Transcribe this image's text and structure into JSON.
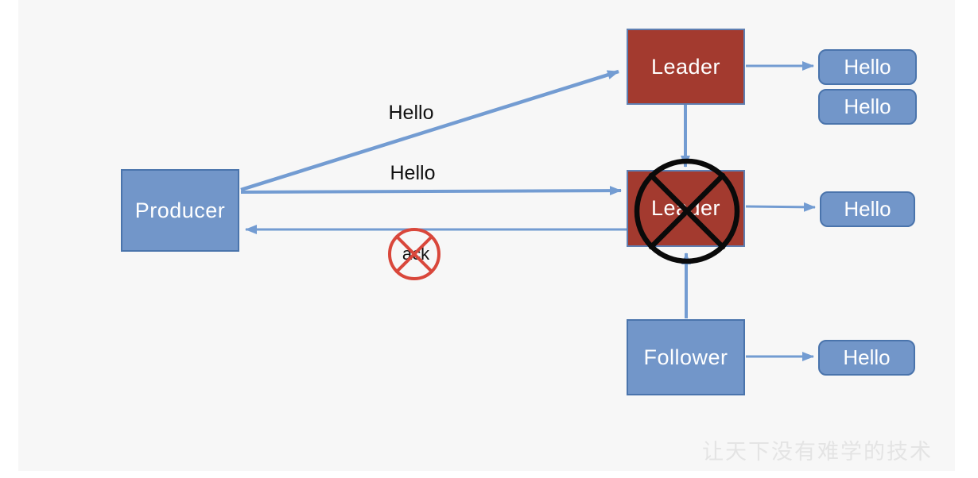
{
  "diagram": {
    "nodes": {
      "producer": {
        "label": "Producer"
      },
      "leader_top": {
        "label": "Leader"
      },
      "leader_failed": {
        "label": "Leader"
      },
      "follower": {
        "label": "Follower"
      }
    },
    "messages": {
      "leader_top_msg_1": "Hello",
      "leader_top_msg_2": "Hello",
      "leader_failed_msg_1": "Hello",
      "follower_msg_1": "Hello"
    },
    "edge_labels": {
      "producer_to_leader_top": "Hello",
      "producer_to_leader_failed": "Hello",
      "ack": "ack"
    },
    "watermark": "让天下没有难学的技术"
  },
  "colors": {
    "canvas_bg": "#f7f7f7",
    "page_bg": "#ffffff",
    "node_blue_fill": "#7296c9",
    "node_blue_border": "#4a74ac",
    "node_red_fill": "#a33a2f",
    "node_red_border": "#5f7fb2",
    "arrow_blue": "#739cd2",
    "failure_cross": "#0a0a0a",
    "no_ack_red": "#d9473b",
    "edge_label_text": "#111111",
    "watermark_text": "#e4e4e4"
  }
}
